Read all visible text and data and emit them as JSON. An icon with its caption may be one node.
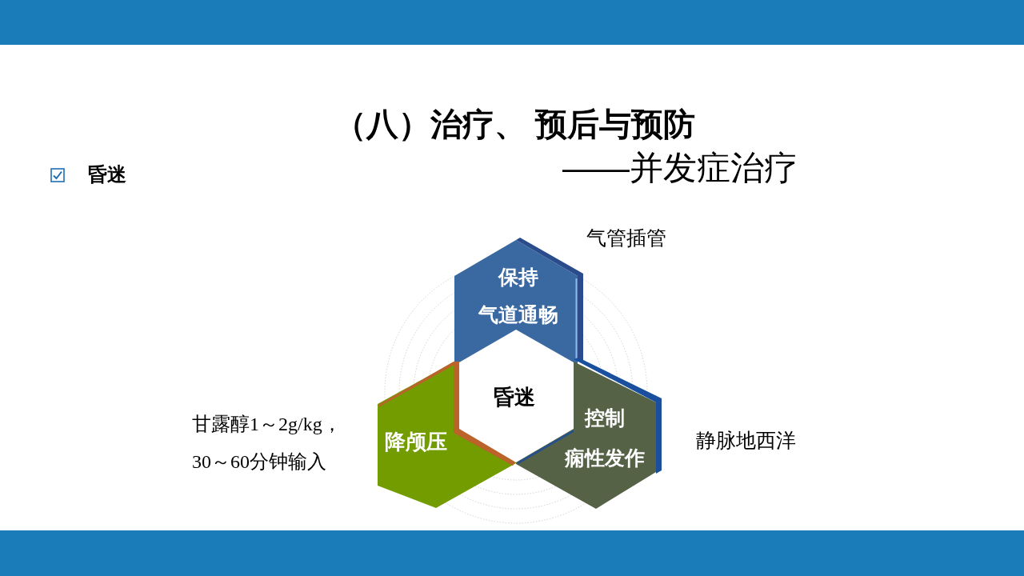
{
  "diagram": {
    "title": "（八）治疗、 预后与预防",
    "nodes": [
      {
        "text": [
          "保持",
          "气道通畅"
        ],
        "beside": [
          "气管插管"
        ]
      },
      {
        "text": [
          "昏迷"
        ]
      },
      {
        "text": [
          "降颅压"
        ],
        "beside": [
          "甘露醇1～2g/kg，30～60分钟输入"
        ]
      },
      {
        "text": [
          "控制",
          "痫性发作"
        ],
        "beside": [
          "静脉地西洋"
        ]
      }
    ],
    "labels": [
      "——并发症治疗",
      "昏迷"
    ]
  }
}
